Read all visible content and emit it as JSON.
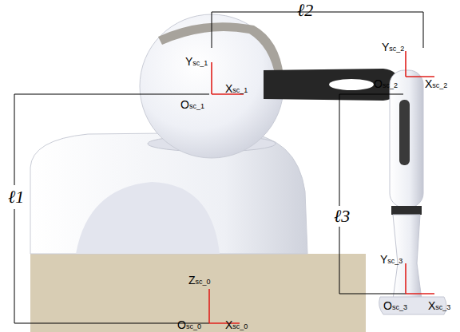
{
  "diagram": {
    "labels": [
      "ℓ2",
      "Ysc_1",
      "Osc_1",
      "Xsc_1",
      "Ysc_2",
      "Osc_2",
      "Xsc_2",
      "ℓ1",
      "ℓ3",
      "Ysc_3",
      "Osc_3",
      "Xsc_3",
      "Zsc_0",
      "Osc_0",
      "Xsc_0"
    ]
  }
}
